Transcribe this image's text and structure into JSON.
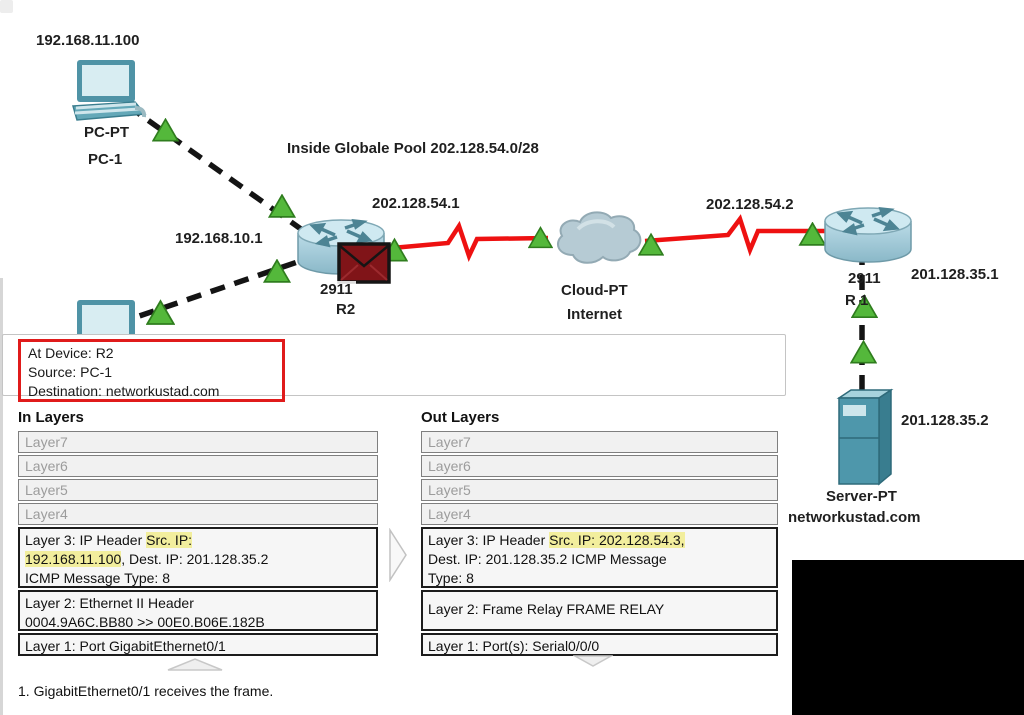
{
  "topology": {
    "pc1_ip": "192.168.11.100",
    "pc1_type": "PC-PT",
    "pc1_name": "PC-1",
    "pool_label": "Inside Globale Pool 202.128.54.0/28",
    "r2_wan_ip": "202.128.54.1",
    "r2_lan_ip": "192.168.10.1",
    "r2_model": "2911",
    "r2_name": "R2",
    "cloud_type": "Cloud-PT",
    "cloud_name": "Internet",
    "r1_wan_ip": "202.128.54.2",
    "r1_model": "2911",
    "r1_name": "R 1",
    "r1_lan_ip": "201.128.35.1",
    "server_ip": "201.128.35.2",
    "server_type": "Server-PT",
    "server_name": "networkustad.com"
  },
  "pdu_info": {
    "at_device": "At Device: R2",
    "source": "Source: PC-1",
    "destination": "Destination: networkustad.com"
  },
  "in_layers": {
    "title": "In Layers",
    "empty": [
      "Layer7",
      "Layer6",
      "Layer5",
      "Layer4"
    ],
    "layer3": {
      "pre": "Layer 3: IP Header ",
      "hl": "Src. IP:\n192.168.11.100",
      "post": ", Dest. IP: 201.128.35.2\nICMP Message Type: 8"
    },
    "layer2": "Layer 2: Ethernet II Header\n0004.9A6C.BB80 >> 00E0.B06E.182B",
    "layer1": "Layer 1: Port GigabitEthernet0/1"
  },
  "out_layers": {
    "title": "Out Layers",
    "empty": [
      "Layer7",
      "Layer6",
      "Layer5",
      "Layer4"
    ],
    "layer3": {
      "pre": "Layer 3: IP Header ",
      "hl": "Src. IP: 202.128.54.3,",
      "post": "\nDest. IP: 201.128.35.2 ICMP Message\nType: 8"
    },
    "layer2": "Layer 2: Frame Relay FRAME RELAY",
    "layer1": "Layer 1: Port(s): Serial0/0/0"
  },
  "footer": {
    "step1": "1. GigabitEthernet0/1 receives the frame."
  },
  "colors": {
    "highlight": "#f2ee9d",
    "event_border": "#e01b1b",
    "serial_link": "#ee1111",
    "ethernet_link": "#141414",
    "status_arrow": "#54b83b"
  }
}
